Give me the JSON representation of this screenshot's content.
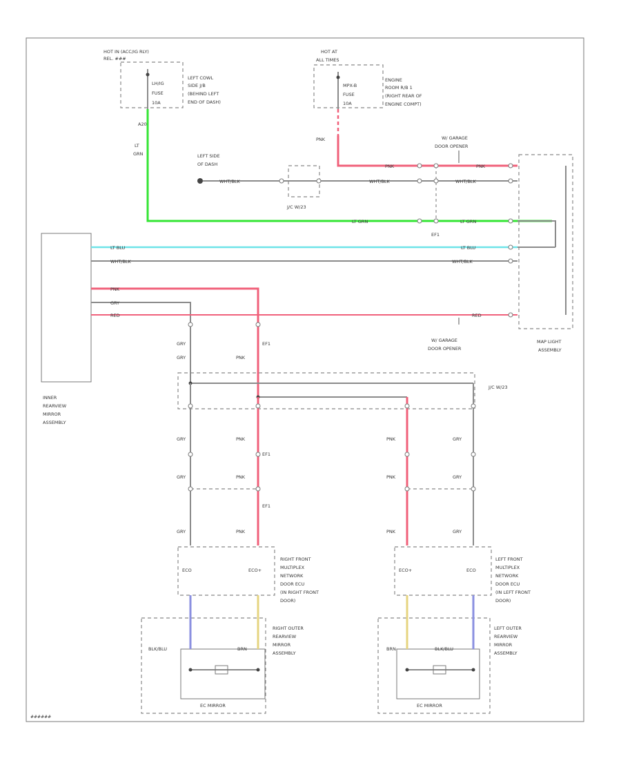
{
  "labels": {
    "hot_acc": "HOT IN (ACC/IG RLY)",
    "hot_acc_sub": "REL. ###",
    "fuse_left_a": "LH/IG",
    "fuse_left_b": "FUSE",
    "fuse_left_c": "10A",
    "jb_left_a": "LEFT COWL",
    "jb_left_b": "SIDE J/B",
    "jb_left_c": "(BEHIND LEFT",
    "jb_left_d": "END OF DASH)",
    "hot_at": "HOT AT",
    "hot_at_sub": "ALL TIMES",
    "fuse_right_a": "MPX-B",
    "fuse_right_b": "FUSE",
    "fuse_right_c": "10A",
    "eng_a": "ENGINE",
    "eng_b": "ROOM R/B 1",
    "eng_c": "(RIGHT REAR OF",
    "eng_d": "ENGINE COMPT)",
    "a20": "A20",
    "lt_grn_top": "LT",
    "lt_grn_bot": "GRN",
    "pink_v": "PNK",
    "left_side_a": "LEFT SIDE",
    "left_side_b": "OF DASH",
    "wht_blk_1": "WHT/BLK",
    "junction_top": "J/C W/23",
    "garage_top_a": "W/ GARAGE",
    "garage_top_b": "DOOR OPENER",
    "lt_grn_mid": "LT GRN",
    "lt_grn_right": "LT GRN",
    "lt_blu_left": "LT BLU",
    "lt_blu_right": "LT BLU",
    "wht_blk_left": "WHT/BLK",
    "wht_blk_right": "WHT/BLK",
    "pnk_left": "PNK",
    "gry_left": "GRY",
    "red_left": "RED",
    "red_right": "RED",
    "ef1": "EF1",
    "garage_bot_a": "W/ GARAGE",
    "garage_bot_b": "DOOR OPENER",
    "map_light_a": "MAP LIGHT",
    "map_light_b": "ASSEMBLY",
    "inner_mirror_a": "INNER",
    "inner_mirror_b": "REARVIEW",
    "inner_mirror_c": "MIRROR",
    "inner_mirror_d": "ASSEMBLY",
    "junction_bot": "J/C W/23",
    "rf_ecu_a": "RIGHT FRONT",
    "rf_ecu_b": "MULTIPLEX",
    "rf_ecu_c": "NETWORK",
    "rf_ecu_d": "DOOR ECU",
    "rf_ecu_e": "(IN RIGHT FRONT",
    "rf_ecu_f": "DOOR)",
    "lf_ecu_a": "LEFT FRONT",
    "lf_ecu_b": "MULTIPLEX",
    "lf_ecu_c": "NETWORK",
    "lf_ecu_d": "DOOR ECU",
    "lf_ecu_e": "(IN LEFT FRONT",
    "lf_ecu_f": "DOOR)",
    "r_mirror_a": "RIGHT OUTER",
    "r_mirror_b": "REARVIEW",
    "r_mirror_c": "MIRROR",
    "r_mirror_d": "ASSEMBLY",
    "l_mirror_a": "LEFT OUTER",
    "l_mirror_b": "REARVIEW",
    "l_mirror_c": "MIRROR",
    "l_mirror_d": "ASSEMBLY",
    "ec_mirror": "EC MIRROR",
    "blk_blu": "BLK/BLU",
    "brn": "BRN",
    "ecu_eco": "ECO",
    "ecu_ecplus": "ECO+",
    "gry": "GRY",
    "pnk": "PNK",
    "diagram_id": "######"
  },
  "colors": {
    "red": "#f0607a",
    "green": "#33e533",
    "cyan": "#6ee3e8",
    "blue": "#8a8fe0",
    "yellow": "#e6d480",
    "gray": "#8a8a8a"
  }
}
